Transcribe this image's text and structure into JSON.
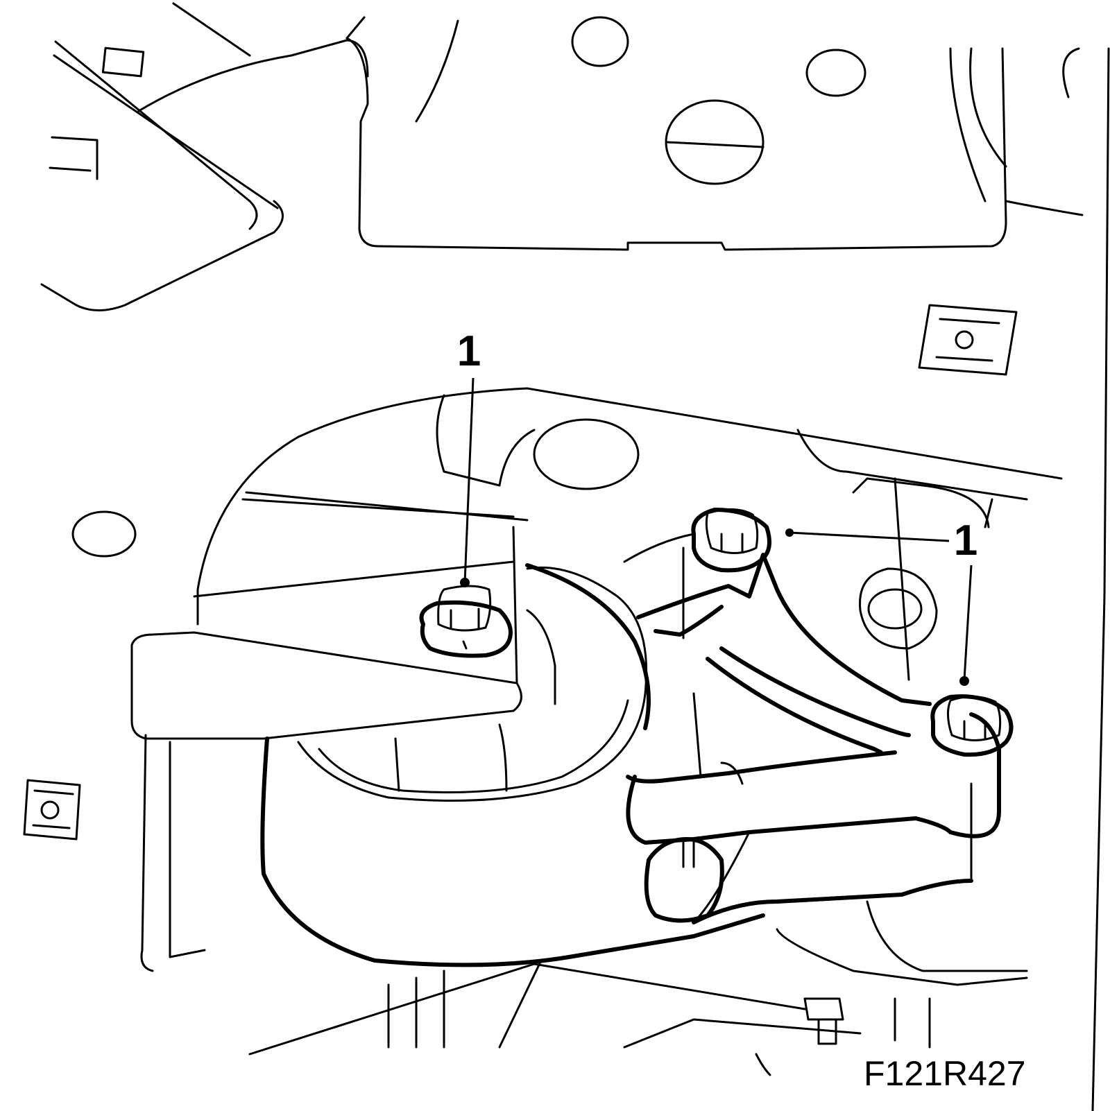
{
  "callouts": [
    {
      "label": "1"
    },
    {
      "label": "1"
    }
  ],
  "figure_code": "F121R427"
}
